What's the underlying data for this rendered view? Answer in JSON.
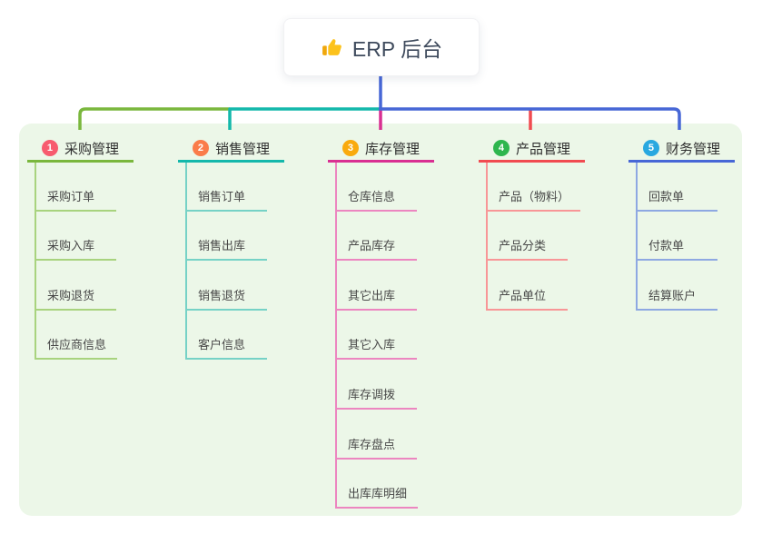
{
  "root": {
    "title": "ERP 后台",
    "icon": "thumbs-up-icon",
    "icon_color": "#fcc21c"
  },
  "canvas": {
    "background": "#ffffff",
    "panel_fill": "#ecf7e8"
  },
  "connector_color": "#4767d6",
  "branches": [
    {
      "index": "1",
      "label": "采购管理",
      "badge_color": "#f75b6e",
      "color": "#7ab73d",
      "light_color": "#a8d37e",
      "children": [
        "采购订单",
        "采购入库",
        "采购退货",
        "供应商信息"
      ]
    },
    {
      "index": "2",
      "label": "销售管理",
      "badge_color": "#fa7c4a",
      "color": "#14b8ab",
      "light_color": "#76d2c6",
      "children": [
        "销售订单",
        "销售出库",
        "销售退货",
        "客户信息"
      ]
    },
    {
      "index": "3",
      "label": "库存管理",
      "badge_color": "#f9aa0d",
      "color": "#d92f92",
      "light_color": "#ec86c0",
      "children": [
        "仓库信息",
        "产品库存",
        "其它出库",
        "其它入库",
        "库存调拨",
        "库存盘点",
        "出库库明细"
      ]
    },
    {
      "index": "4",
      "label": "产品管理",
      "badge_color": "#2eb64e",
      "color": "#f14b50",
      "light_color": "#f89697",
      "children": [
        "产品（物料）",
        "产品分类",
        "产品单位"
      ]
    },
    {
      "index": "5",
      "label": "财务管理",
      "badge_color": "#28a8e0",
      "color": "#4767d6",
      "light_color": "#8ea8e2",
      "children": [
        "回款单",
        "付款单",
        "结算账户"
      ]
    }
  ]
}
